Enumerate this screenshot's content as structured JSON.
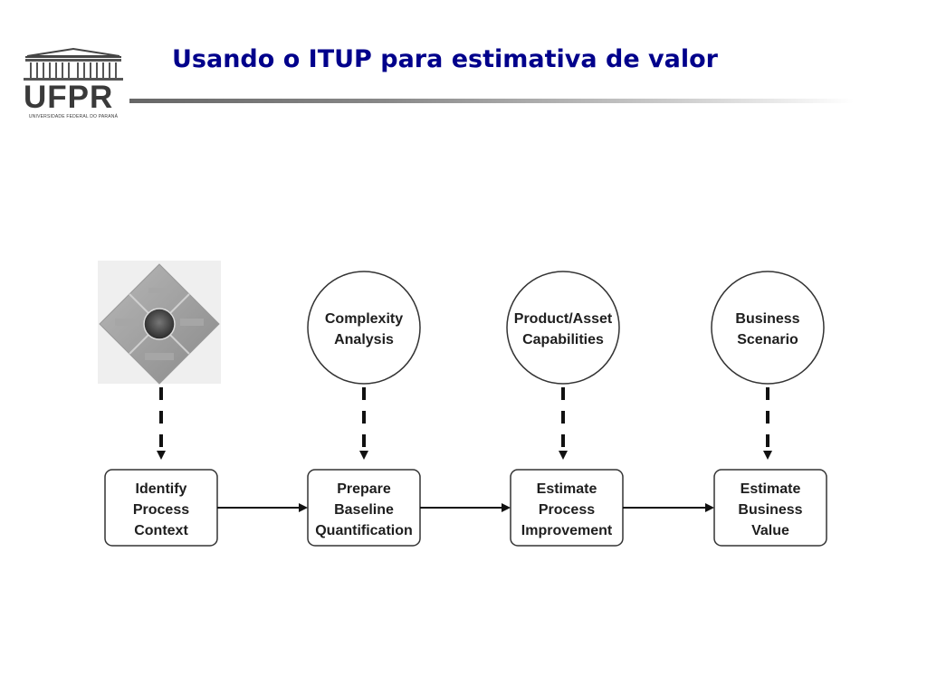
{
  "slide": {
    "title": "Usando o ITUP para estimativa de valor"
  },
  "logo": {
    "name": "UFPR",
    "subtitle": "UNIVERSIDADE FEDERAL DO PARANÁ"
  },
  "diagram": {
    "inputs": [
      {
        "id": "framework",
        "kind": "diamond",
        "lines": []
      },
      {
        "id": "complexity",
        "kind": "circle",
        "lines": [
          "Complexity",
          "Analysis"
        ]
      },
      {
        "id": "product",
        "kind": "circle",
        "lines": [
          "Product/Asset",
          "Capabilities"
        ]
      },
      {
        "id": "business",
        "kind": "circle",
        "lines": [
          "Business",
          "Scenario"
        ]
      }
    ],
    "steps": [
      {
        "id": "identify",
        "lines": [
          "Identify",
          "Process",
          "Context"
        ]
      },
      {
        "id": "prepare",
        "lines": [
          "Prepare",
          "Baseline",
          "Quantification"
        ]
      },
      {
        "id": "estimate-process",
        "lines": [
          "Estimate",
          "Process",
          "Improvement"
        ]
      },
      {
        "id": "estimate-value",
        "lines": [
          "Estimate",
          "Business",
          "Value"
        ]
      }
    ]
  }
}
